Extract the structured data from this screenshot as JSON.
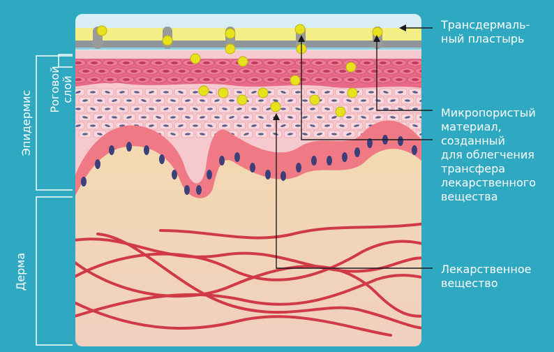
{
  "labels": {
    "patch": [
      "Трансдермаль-",
      "ный пластырь"
    ],
    "microporous": [
      "Микропористый",
      "материал,",
      "созданный",
      "для облегчения",
      "трансфера",
      "лекарственного",
      "вещества"
    ],
    "drug": [
      "Лекарственное",
      "вещество"
    ],
    "epidermis": "Эпидермис",
    "stratum_corneum": [
      "Роговой",
      "слой"
    ],
    "dermis": "Дерма"
  },
  "colors": {
    "background": "#2fa8c2",
    "patch": "#f3ef86",
    "microporous": "#9a9a9a",
    "drug": "#e8e21e",
    "corneum": "#e86a86",
    "epidermis": "#f6c9cf",
    "basal_cell": "#ef7a85",
    "nucleus": "#3c3f7a",
    "dermis": "#f1d3b1",
    "fiber": "#d03a47"
  }
}
